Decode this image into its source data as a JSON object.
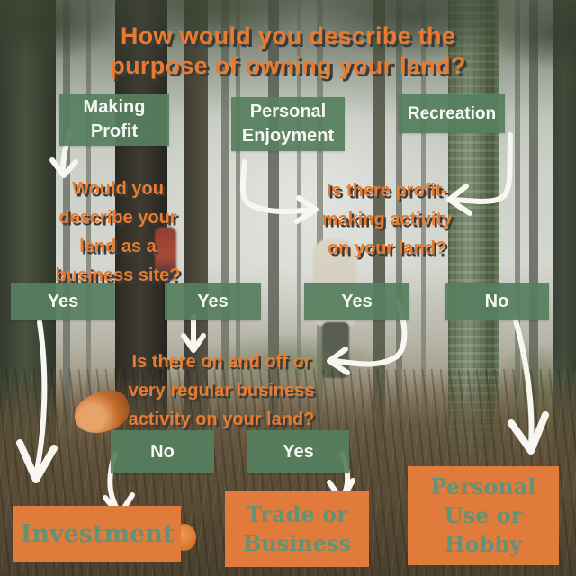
{
  "title": {
    "line1": "How would you describe the",
    "line2": "purpose of owning your land?"
  },
  "top_options": [
    {
      "id": "making-profit",
      "label": "Making Profit"
    },
    {
      "id": "personal-enjoyment",
      "label": "Personal Enjoyment"
    },
    {
      "id": "recreation",
      "label": "Recreation"
    }
  ],
  "questions": {
    "business_site": "Would you describe your land as a business site?",
    "profit_activity": "Is there profit-making activity on your land?",
    "regular_activity": "Is there on and off or very regular business activity on your land?"
  },
  "answers": {
    "row1": [
      "Yes",
      "Yes",
      "Yes",
      "No"
    ],
    "row2": [
      "No",
      "Yes"
    ]
  },
  "outcomes": [
    {
      "id": "investment",
      "label": "Investment"
    },
    {
      "id": "trade-or-business",
      "label": "Trade or Business"
    },
    {
      "id": "personal-use-or-hobby",
      "label": "Personal Use or Hobby"
    }
  ],
  "colors": {
    "question_orange": "#e87b2f",
    "box_green": "#567f5f",
    "box_orange": "#e07b3c",
    "outcome_text_green": "#619378",
    "arrow_white": "#f7f6f1"
  }
}
